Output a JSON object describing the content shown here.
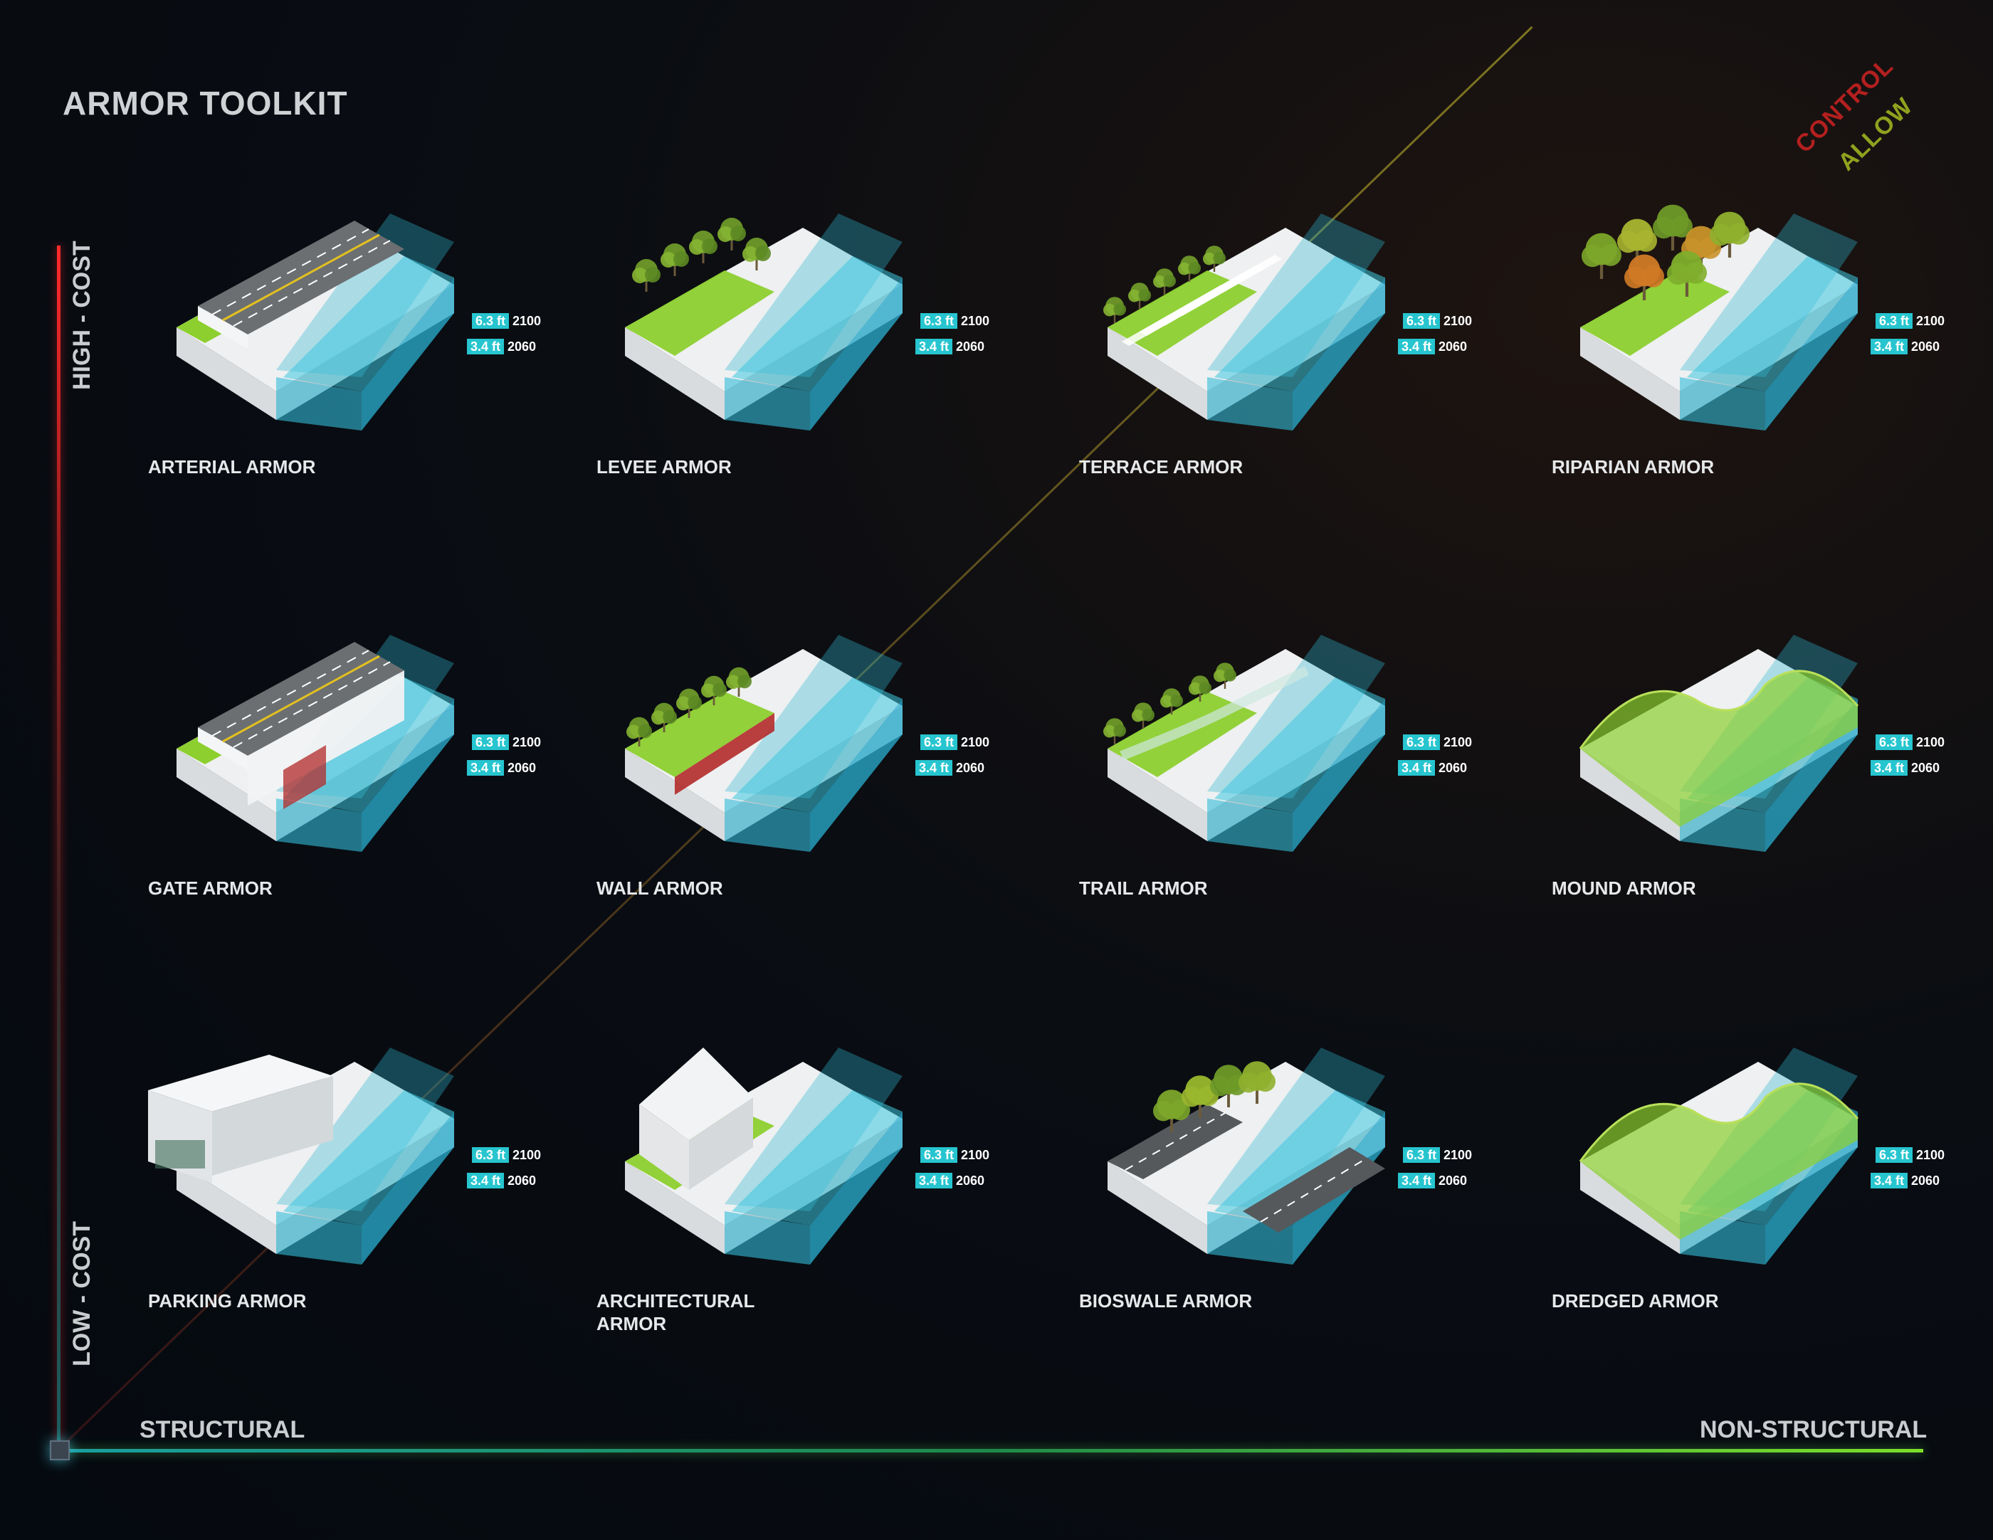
{
  "title": "ARMOR TOOLKIT",
  "axes": {
    "y_high": "HIGH - COST",
    "y_low": "LOW - COST",
    "x_left": "STRUCTURAL",
    "x_right": "NON-STRUCTURAL"
  },
  "zones": {
    "upper": "CONTROL",
    "lower": "ALLOW"
  },
  "colors": {
    "water": "#2fb7d0",
    "grass": "#8ccf2e",
    "base": "#e9ecee",
    "accent_cyan": "#27c5cf",
    "axis_red": "#ff2a2a",
    "axis_green": "#6cd63a"
  },
  "levels": [
    {
      "value": "6.3 ft",
      "year": "2100"
    },
    {
      "value": "3.4 ft",
      "year": "2060"
    }
  ],
  "cards": [
    {
      "name": "ARTERIAL ARMOR",
      "type": "arterial"
    },
    {
      "name": "LEVEE ARMOR",
      "type": "levee"
    },
    {
      "name": "TERRACE ARMOR",
      "type": "terrace"
    },
    {
      "name": "RIPARIAN ARMOR",
      "type": "riparian"
    },
    {
      "name": "GATE ARMOR",
      "type": "gate"
    },
    {
      "name": "WALL ARMOR",
      "type": "wall"
    },
    {
      "name": "TRAIL ARMOR",
      "type": "trail"
    },
    {
      "name": "MOUND ARMOR",
      "type": "mound"
    },
    {
      "name": "PARKING ARMOR",
      "type": "parking"
    },
    {
      "name": "ARCHITECTURAL\nARMOR",
      "type": "architectural"
    },
    {
      "name": "BIOSWALE ARMOR",
      "type": "bioswale"
    },
    {
      "name": "DREDGED ARMOR",
      "type": "dredged"
    }
  ]
}
